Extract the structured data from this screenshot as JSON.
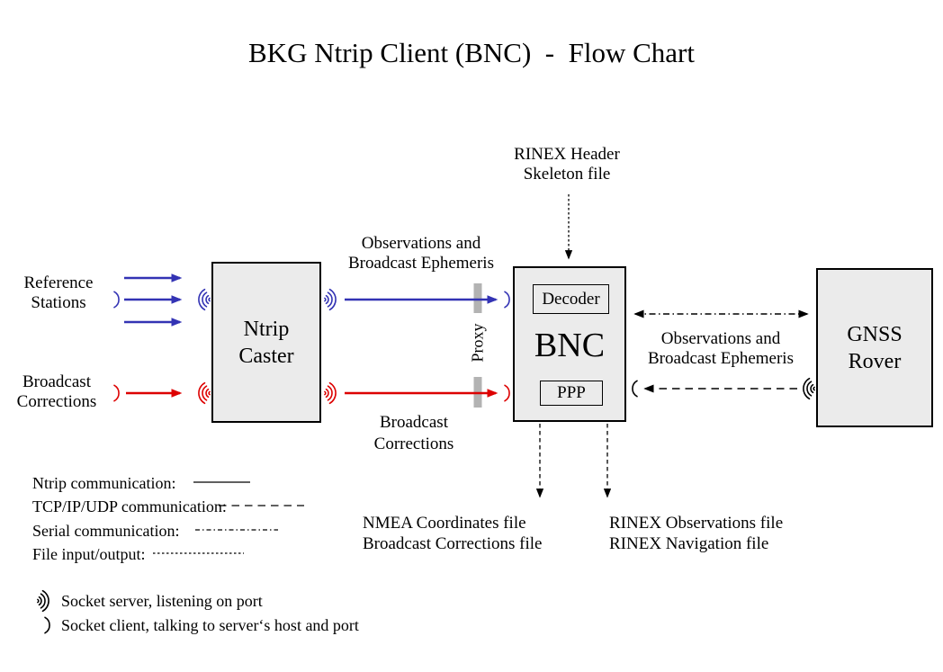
{
  "title": "BKG Ntrip Client (BNC)  -  Flow Chart",
  "boxes": {
    "ntrip_caster": {
      "label": "Ntrip\nCaster"
    },
    "bnc": {
      "label": "BNC",
      "decoder_label": "Decoder",
      "ppp_label": "PPP"
    },
    "gnss_rover": {
      "label": "GNSS\nRover"
    }
  },
  "sources": {
    "reference_stations": "Reference\nStations",
    "broadcast_corrections": "Broadcast\nCorrections"
  },
  "flow_labels": {
    "observations_left": "Observations and\nBroadcast Ephemeris",
    "broadcast_corrections_mid": "Broadcast\nCorrections",
    "proxy": "Proxy",
    "rinex_header_skeleton": "RINEX Header\nSkeleton file",
    "observations_right": "Observations and\nBroadcast Ephemeris"
  },
  "outputs": {
    "left": "NMEA Coordinates file\nBroadcast Corrections file",
    "right": "RINEX Observations file\nRINEX Navigation file"
  },
  "legend": {
    "items": [
      {
        "label": "Ntrip communication:",
        "style": "solid"
      },
      {
        "label": "TCP/IP/UDP communication:",
        "style": "dashed"
      },
      {
        "label": "Serial communication:",
        "style": "dashdot"
      },
      {
        "label": "File input/output:",
        "style": "dotted"
      }
    ],
    "socket_server_label": "Socket server, listening on port",
    "socket_client_label": "Socket client, talking to server‘s host and port"
  },
  "icons": {
    "socket_server": "three-radiating-arcs-with-tick",
    "socket_client": "single-arc"
  },
  "colors": {
    "ntrip_blue": "#3333b4",
    "corrections_red": "#dd0000",
    "box_fill": "#ebebeb",
    "box_border": "#000000",
    "proxy_bar": "#b3b3b3",
    "text": "#000000"
  }
}
